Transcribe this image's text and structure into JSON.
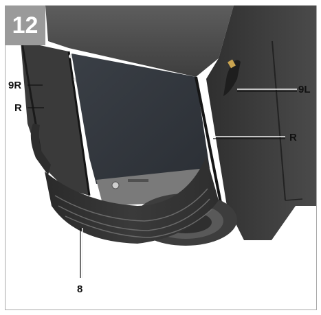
{
  "step_number": "12",
  "callouts": {
    "label_9r": "9R",
    "label_r_left": "R",
    "label_9l": "9L",
    "label_r_right": "R",
    "label_8": "8"
  }
}
